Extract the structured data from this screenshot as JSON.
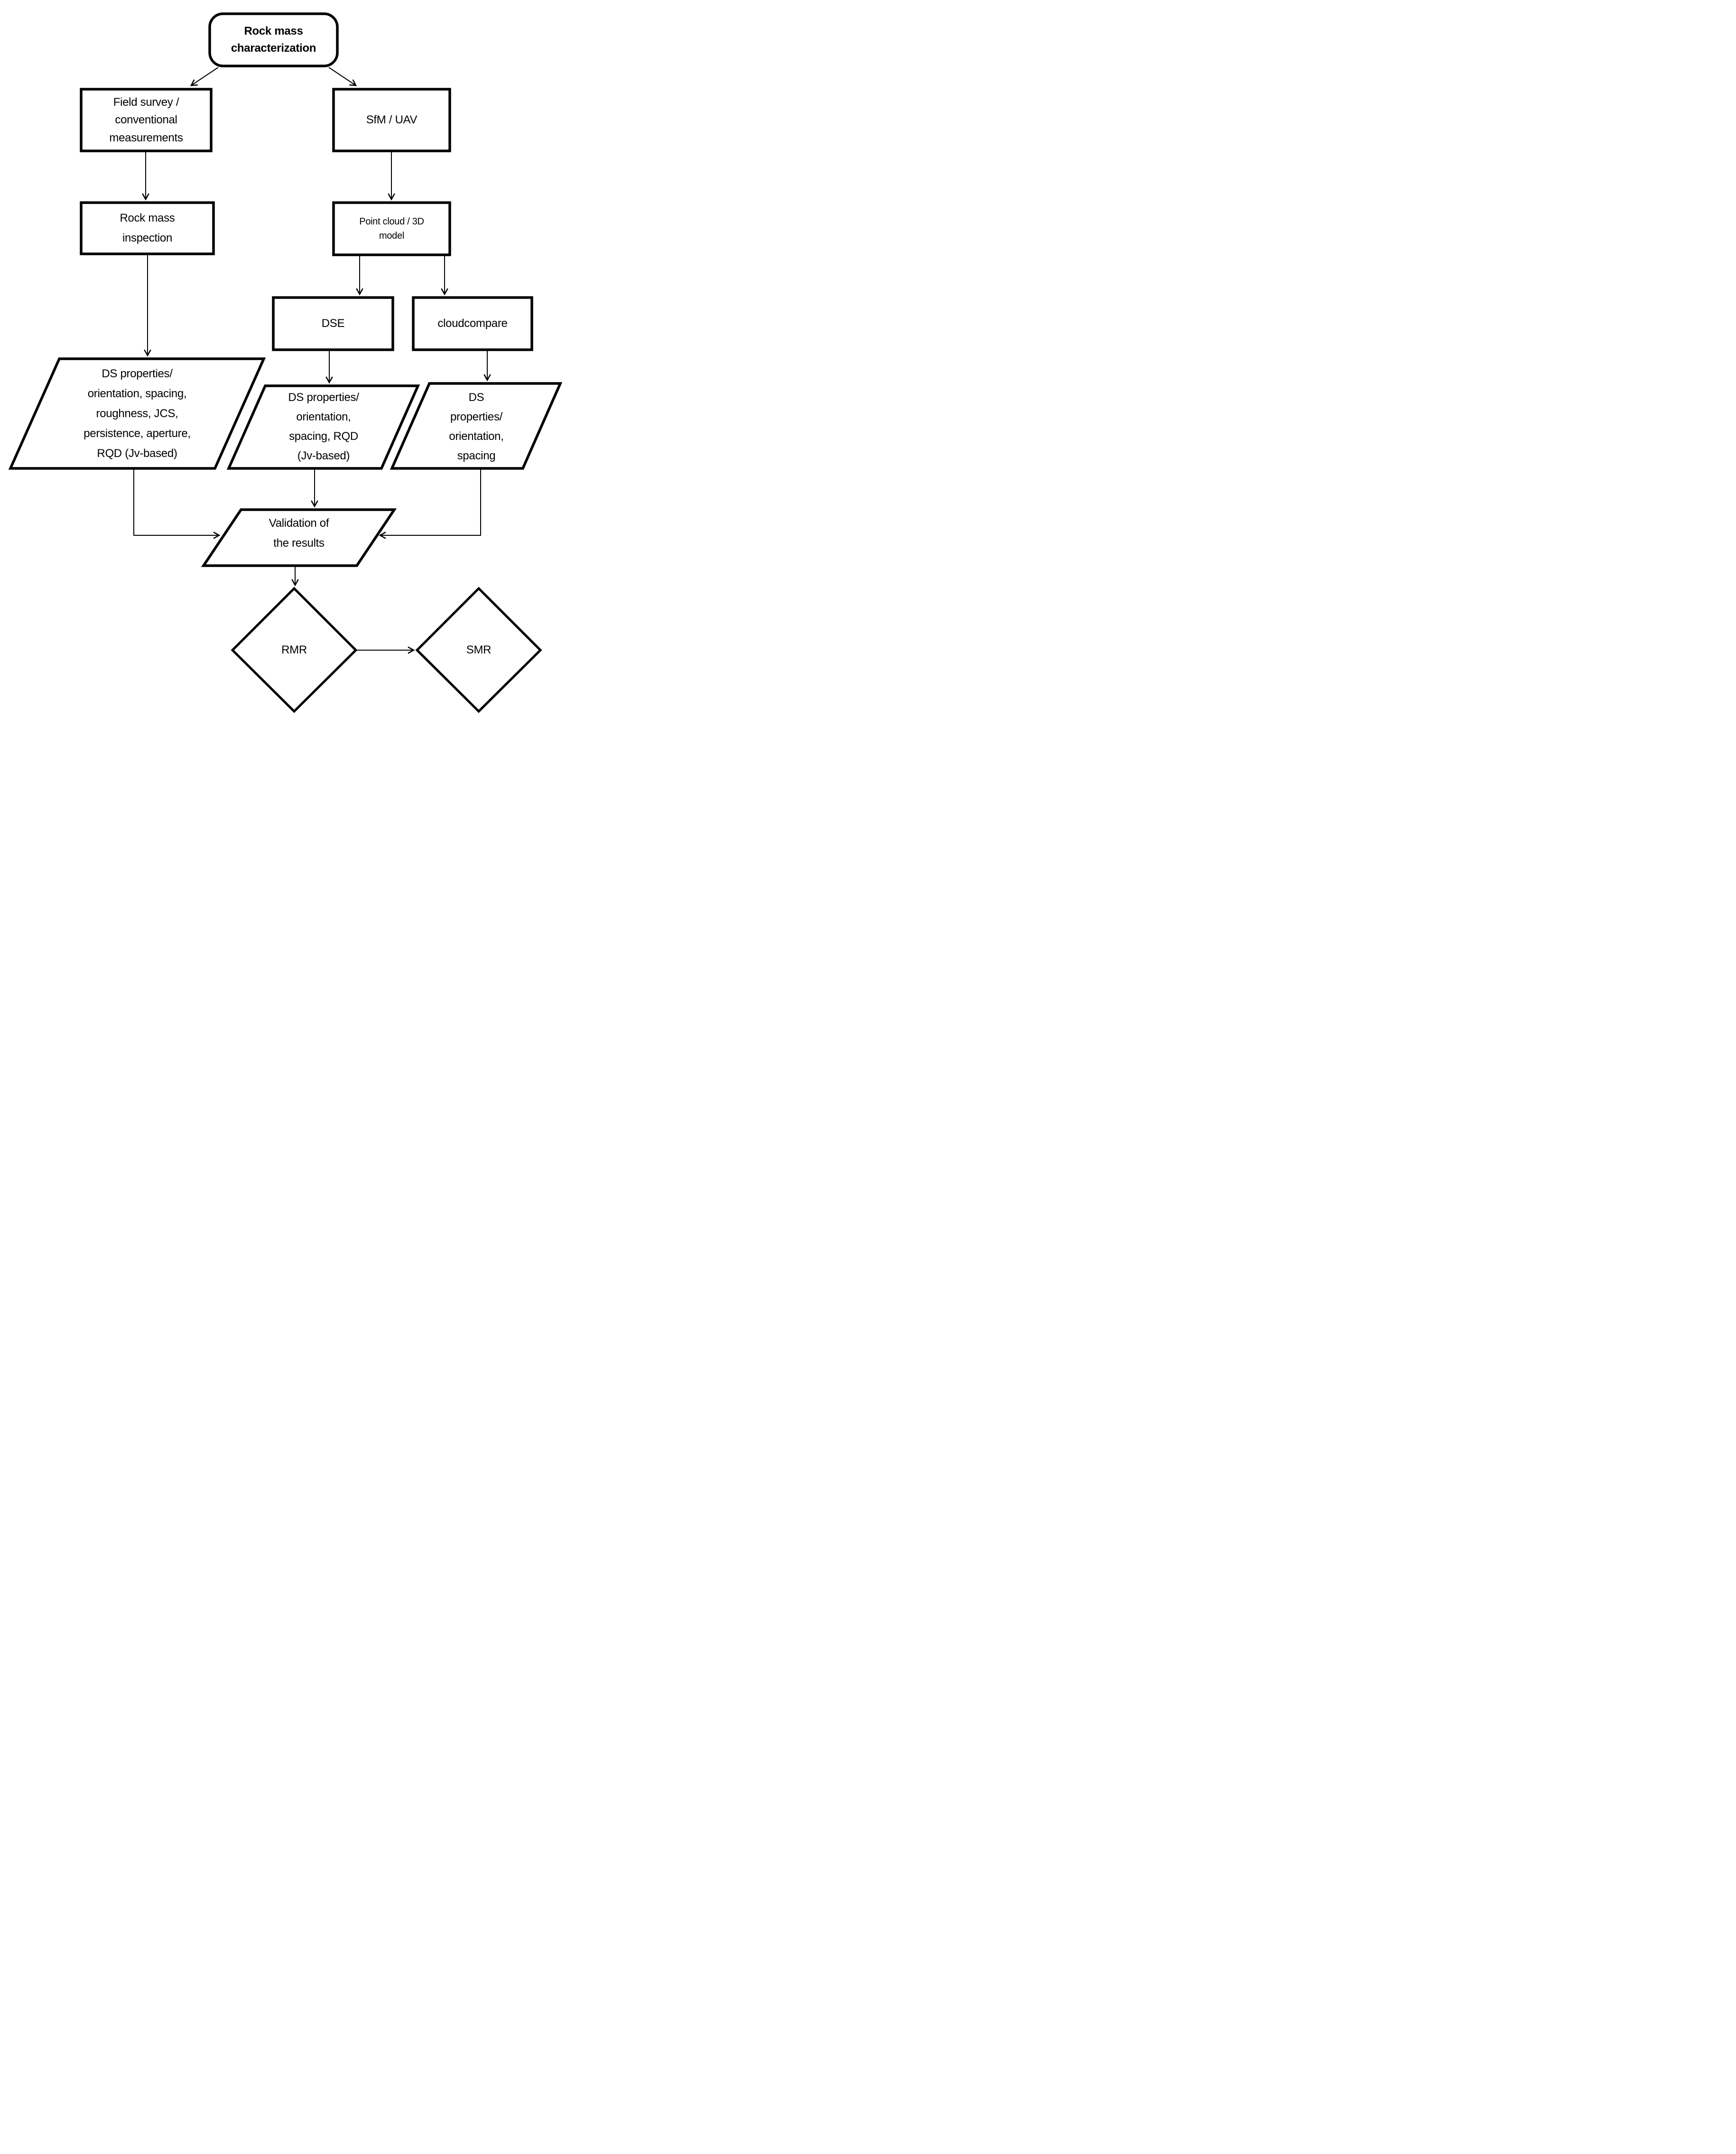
{
  "nodes": {
    "root": {
      "label": "Rock mass\ncharacterization",
      "shape": "rounded-rectangle"
    },
    "field_survey": {
      "label": "Field survey /\nconventional\nmeasurements",
      "shape": "rectangle"
    },
    "sfm_uav": {
      "label": "SfM / UAV",
      "shape": "rectangle"
    },
    "rock_mass_inspection": {
      "label": "Rock mass\ninspection",
      "shape": "rectangle"
    },
    "point_cloud": {
      "label": "Point cloud / 3D\nmodel",
      "shape": "rectangle"
    },
    "dse": {
      "label": "DSE",
      "shape": "rectangle"
    },
    "cloudcompare": {
      "label": "cloudcompare",
      "shape": "rectangle"
    },
    "ds_field": {
      "label": "DS properties/\norientation, spacing,\nroughness, JCS,\npersistence, aperture,\nRQD (Jv-based)",
      "shape": "parallelogram"
    },
    "ds_dse": {
      "label": "DS properties/\norientation,\nspacing, RQD\n(Jv-based)",
      "shape": "parallelogram"
    },
    "ds_cloudcompare": {
      "label": "DS\nproperties/\norientation,\nspacing",
      "shape": "parallelogram"
    },
    "validation": {
      "label": "Validation of\nthe results",
      "shape": "parallelogram"
    },
    "rmr": {
      "label": "RMR",
      "shape": "diamond"
    },
    "smr": {
      "label": "SMR",
      "shape": "diamond"
    }
  },
  "edges": [
    {
      "from": "root",
      "to": "field_survey"
    },
    {
      "from": "root",
      "to": "sfm_uav"
    },
    {
      "from": "field_survey",
      "to": "rock_mass_inspection"
    },
    {
      "from": "sfm_uav",
      "to": "point_cloud"
    },
    {
      "from": "point_cloud",
      "to": "dse"
    },
    {
      "from": "point_cloud",
      "to": "cloudcompare"
    },
    {
      "from": "rock_mass_inspection",
      "to": "ds_field"
    },
    {
      "from": "dse",
      "to": "ds_dse"
    },
    {
      "from": "cloudcompare",
      "to": "ds_cloudcompare"
    },
    {
      "from": "ds_field",
      "to": "validation"
    },
    {
      "from": "ds_dse",
      "to": "validation"
    },
    {
      "from": "ds_cloudcompare",
      "to": "validation"
    },
    {
      "from": "validation",
      "to": "rmr"
    },
    {
      "from": "rmr",
      "to": "smr"
    }
  ],
  "colors": {
    "stroke": "#000000",
    "fill": "#ffffff",
    "background": "#ffffff"
  }
}
